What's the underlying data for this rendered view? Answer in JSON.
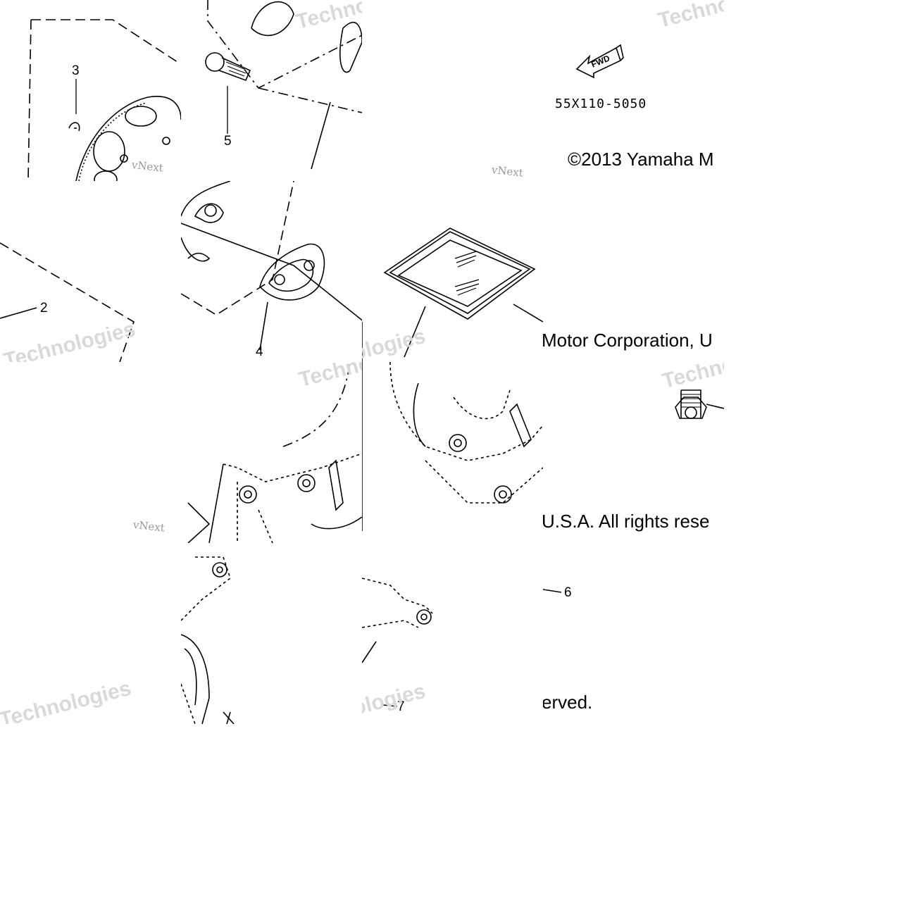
{
  "diagram": {
    "watermark": {
      "brand": "Technologies",
      "prefix": "vNext"
    },
    "fwd_arrow_label": "FWD",
    "part_number": "55X110-5050",
    "copyright_fragments": [
      "©2013 Yamaha M",
      "Motor Corporation, U",
      "U.S.A. All rights rese",
      "erved."
    ],
    "callouts": [
      "2",
      "3",
      "4",
      "5",
      "6",
      "7"
    ],
    "line_color": "#000000",
    "watermark_color": "#cccccc"
  }
}
